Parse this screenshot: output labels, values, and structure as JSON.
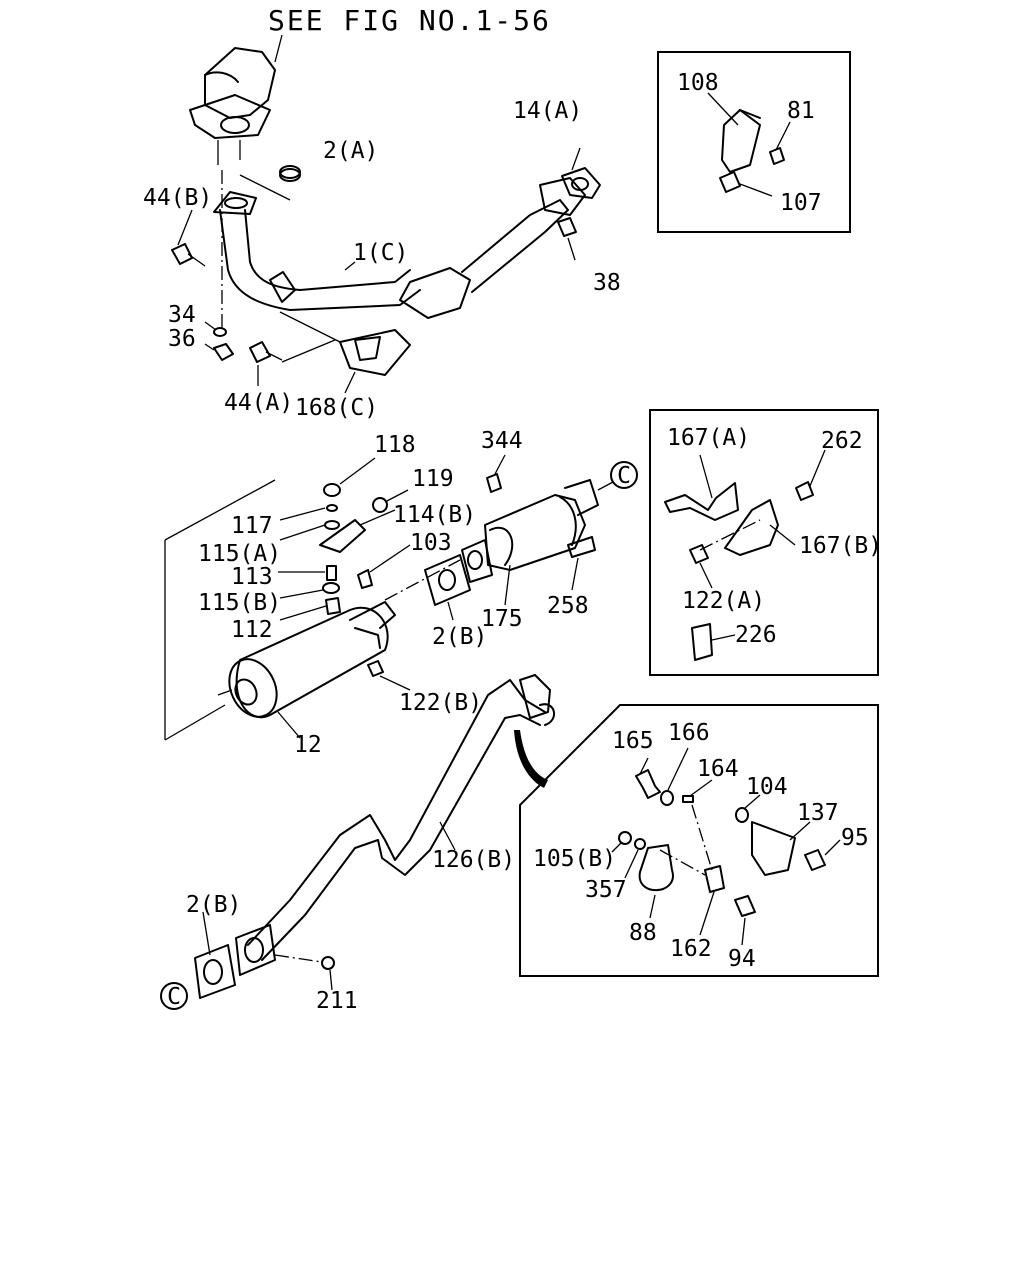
{
  "header": {
    "title": "SEE FIG NO.1-56"
  },
  "callouts": {
    "p108": "108",
    "p81": "81",
    "p107": "107",
    "p14a": "14(A)",
    "p2a": "2(A)",
    "p44b": "44(B)",
    "p1c": "1(C)",
    "p38": "38",
    "p34": "34",
    "p36": "36",
    "p44a": "44(A)",
    "p168c": "168(C)",
    "p118": "118",
    "p344": "344",
    "p119": "119",
    "p117": "117",
    "p114b": "114(B)",
    "p115a": "115(A)",
    "p103": "103",
    "p113": "113",
    "p115b": "115(B)",
    "p112": "112",
    "p2b_mid": "2(B)",
    "p175": "175",
    "p258": "258",
    "p122b": "122(B)",
    "p12": "12",
    "p167a": "167(A)",
    "p262": "262",
    "p167b": "167(B)",
    "p122a": "122(A)",
    "p226": "226",
    "p165": "165",
    "p166": "166",
    "p164": "164",
    "p104": "104",
    "p137": "137",
    "p95": "95",
    "p105b": "105(B)",
    "p357": "357",
    "p88": "88",
    "p162": "162",
    "p94": "94",
    "p126b": "126(B)",
    "p2b_low": "2(B)",
    "p211": "211",
    "connector_c": "C"
  }
}
